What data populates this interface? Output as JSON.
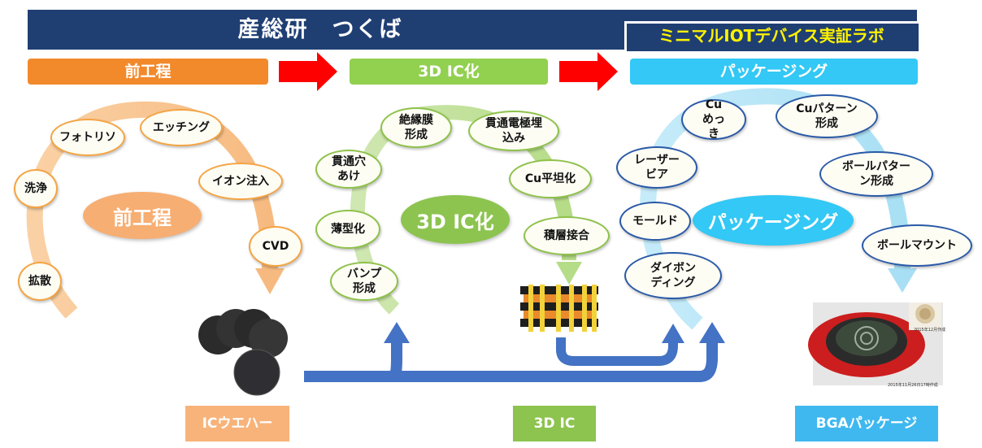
{
  "header": {
    "title": "産総研　つくば",
    "lab_title": "ミニマルIOTデバイス実証ラボ"
  },
  "phases": [
    {
      "label": "前工程",
      "color": "#f2892b"
    },
    {
      "label": "3D IC化",
      "color": "#92d050"
    },
    {
      "label": "パッケージング",
      "color": "#33c8f5"
    }
  ],
  "front": {
    "center": "前工程",
    "steps": [
      "拡散",
      "洗浄",
      "フォトリソ",
      "エッチング",
      "イオン注入",
      "CVD"
    ]
  },
  "ic3d": {
    "center": "3D IC化",
    "steps": [
      "バンプ形成",
      "薄型化",
      "貫通穴あけ",
      "絶縁膜形成",
      "貫通電極埋込み",
      "Cu平坦化",
      "積層接合"
    ]
  },
  "pkg": {
    "center": "パッケージング",
    "steps": [
      "ダイボンディング",
      "モールド",
      "レーザービア",
      "Cuめっき",
      "Cuパターン形成",
      "ボールパターン形成",
      "ボールマウント"
    ]
  },
  "products": [
    {
      "label": "ICウエハー",
      "color": "#f8b37a"
    },
    {
      "label": "3D IC",
      "color": "#8cc44f"
    },
    {
      "label": "BGAパッケージ",
      "color": "#3fb8f0"
    }
  ],
  "photo_captions": [
    "2015年11月26日17時作成",
    "2015年12月作成"
  ],
  "colors": {
    "banner": "#1f3f73",
    "arrow_red": "#ff0000",
    "flow_blue": "#4472c4"
  },
  "icons": [
    "red-right-arrow",
    "blue-flow-arrow",
    "wafer-image",
    "stack-image",
    "bga-image"
  ]
}
